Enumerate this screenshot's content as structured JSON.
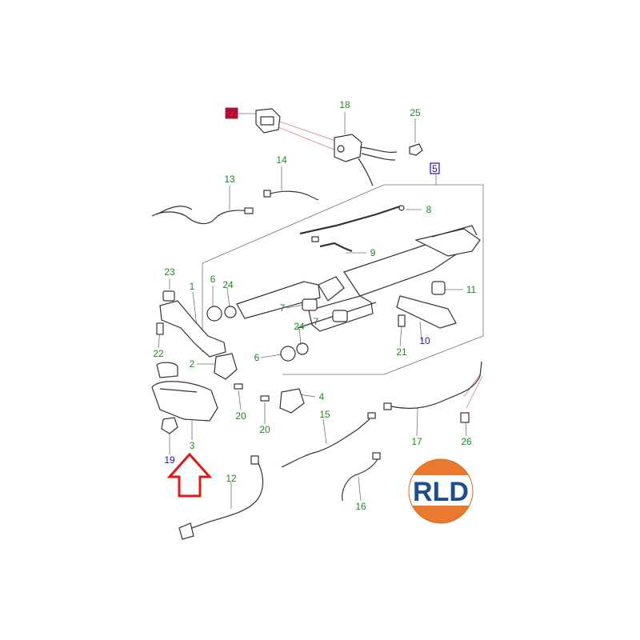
{
  "diagram": {
    "callouts": {
      "c1": "1",
      "c2": "2",
      "c3": "3",
      "c4": "4",
      "c5": "5",
      "c6a": "6",
      "c6b": "6",
      "c7a": "7",
      "c7b": "7",
      "c8": "8",
      "c9": "9",
      "c10": "10",
      "c11": "11",
      "c12": "12",
      "c13": "13",
      "c14": "14",
      "c15": "15",
      "c16": "16",
      "c17": "17",
      "c18": "18",
      "c19": "19",
      "c20a": "20",
      "c20b": "20",
      "c21": "21",
      "c22": "22",
      "c23": "23",
      "c24a": "24",
      "c24b": "24",
      "c25": "25",
      "c26": "26",
      "c27": "27"
    },
    "colors": {
      "callout_green": "#1e8a1e",
      "callout_blue": "#1a1aa8",
      "highlight_red": "#d0102c",
      "arrow_red": "#e01818",
      "line_gray": "#707070",
      "part_stroke": "#333333"
    },
    "highlight_arrow": "up-arrow-outline"
  },
  "logo": {
    "text": "RLD",
    "colors": {
      "top": "#e8792f",
      "band": "#ffffff",
      "text": "#1f4e8c"
    }
  }
}
